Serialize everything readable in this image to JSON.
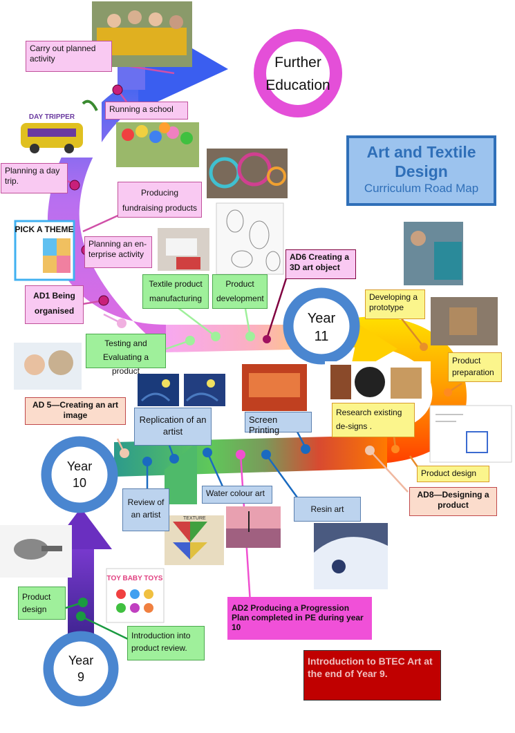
{
  "title": {
    "line1": "Art and Textile",
    "line2": "Design",
    "subtitle": "Curriculum Road Map"
  },
  "milestones": {
    "further_education": [
      "Further",
      "Education"
    ],
    "year11": [
      "Year",
      "11"
    ],
    "year10": [
      "Year",
      "10"
    ],
    "year9": [
      "Year",
      "9"
    ]
  },
  "labels": {
    "carry_out": "Carry out planned activity",
    "running_school": "Running a school",
    "planning_day_trip": "Planning a day trip.",
    "fundraising": "Producing fundraising products",
    "enterprise": "Planning an en-terprise activity",
    "ad1": "AD1 Being organised",
    "textile_manufacturing": "Textile product manufacturing",
    "product_development": "Product development",
    "ad6": "AD6 Creating a 3D art object",
    "testing": "Testing and Evaluating a product",
    "developing_prototype": "Developing a prototype",
    "product_preparation": "Product preparation",
    "research_designs": "Research existing de-signs .",
    "product_design_y11": "Product design",
    "ad8": "AD8—Designing a product",
    "ad5": "AD 5—Creating an art image",
    "replication": "Replication of an artist",
    "screen_printing": "Screen Printing",
    "review_artist": "Review of an artist",
    "water_colour": "Water colour art",
    "resin_art": "Resin art",
    "ad2": "AD2 Producing a Progression Plan completed in PE during year 10",
    "product_design_y9": "Product design",
    "intro_review": "Introduction into product review.",
    "btec_intro": "Introduction to BTEC Art at the end of Year 9."
  },
  "picture_text": {
    "day_tripper": "DAY TRIPPER",
    "pick_theme": "PICK A THEME",
    "baby_toys": "TOY BABY TOYS",
    "texture": "TEXTURE"
  },
  "colors": {
    "title_blue": "#2f6fb8",
    "title_bg": "#9cc3ee",
    "ring_pink": "#e44fd8",
    "ring_blue": "#4a86d0",
    "btec_red": "#c00000"
  }
}
